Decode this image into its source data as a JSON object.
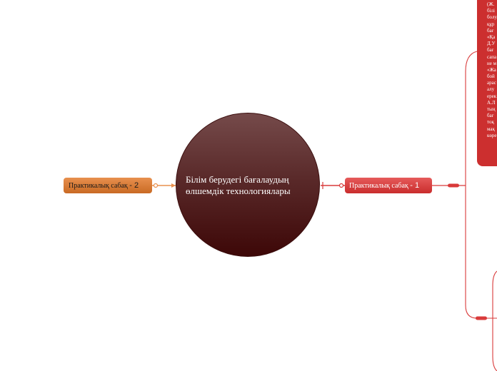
{
  "central": {
    "title": "Білім берудегі бағалаудың өлшемдік технологиялары"
  },
  "branches": [
    {
      "label": "Практикалық сабақ",
      "number": "- 1",
      "color": "#d93a3a"
    },
    {
      "label": "Практикалық сабақ",
      "number": "- 2",
      "color": "#e07b39"
    }
  ],
  "note": {
    "lines": [
      "(Ж.",
      "білі",
      "болу",
      "құр",
      "бағ",
      "«Қа",
      "Д.У",
      "бағ",
      "сапа",
      "не м",
      "«Жа",
      "бой",
      "арас",
      "алу",
      "ерек",
      "А.Л",
      "тың",
      "бағ",
      "тоқ",
      "мақ",
      "көре"
    ]
  },
  "colors": {
    "central_top": "#754a4a",
    "central_bottom": "#3d0707",
    "connector_right": "#d93a3a",
    "connector_left": "#e8904e"
  }
}
